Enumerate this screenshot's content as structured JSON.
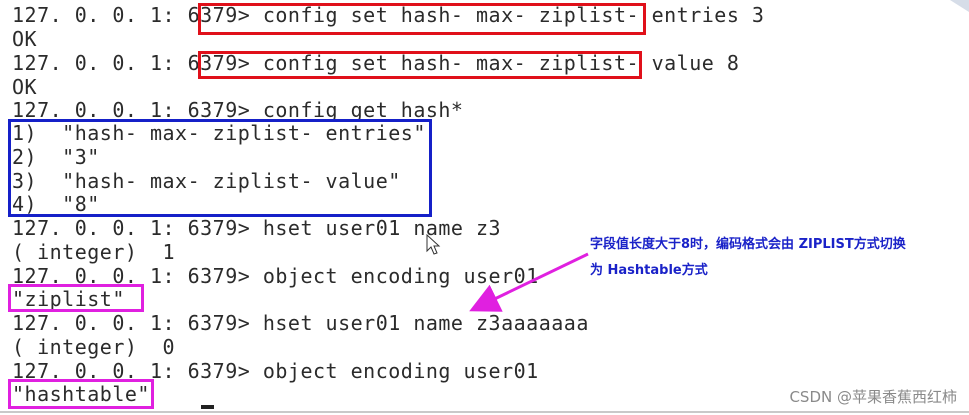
{
  "terminal": {
    "lines": [
      "127. 0. 0. 1: 6379> config set hash- max- ziplist- entries 3",
      "OK",
      "127. 0. 0. 1: 6379> config set hash- max- ziplist- value 8",
      "OK",
      "127. 0. 0. 1: 6379> config get hash*",
      "1)  \"hash- max- ziplist- entries\"",
      "2)  \"3\"",
      "3)  \"hash- max- ziplist- value\"",
      "4)  \"8\"",
      "127. 0. 0. 1: 6379> hset user01 name z3",
      "( integer)  1",
      "127. 0. 0. 1: 6379> object encoding user01",
      "\"ziplist\"",
      "127. 0. 0. 1: 6379> hset user01 name z3aaaaaaa",
      "( integer)  0",
      "127. 0. 0. 1: 6379> object encoding user01",
      "\"hashtable\""
    ]
  },
  "annotation": {
    "line1": "字段值长度大于8时，编码格式会由 ZIPLIST方式切换",
    "line2": "为 Hashtable方式"
  },
  "watermark": "CSDN @苹果香蕉西红柿",
  "colors": {
    "red_box": "#e0101a",
    "blue_box": "#1520c8",
    "magenta_box": "#e020e0",
    "annotation_text": "#1a22c8"
  }
}
